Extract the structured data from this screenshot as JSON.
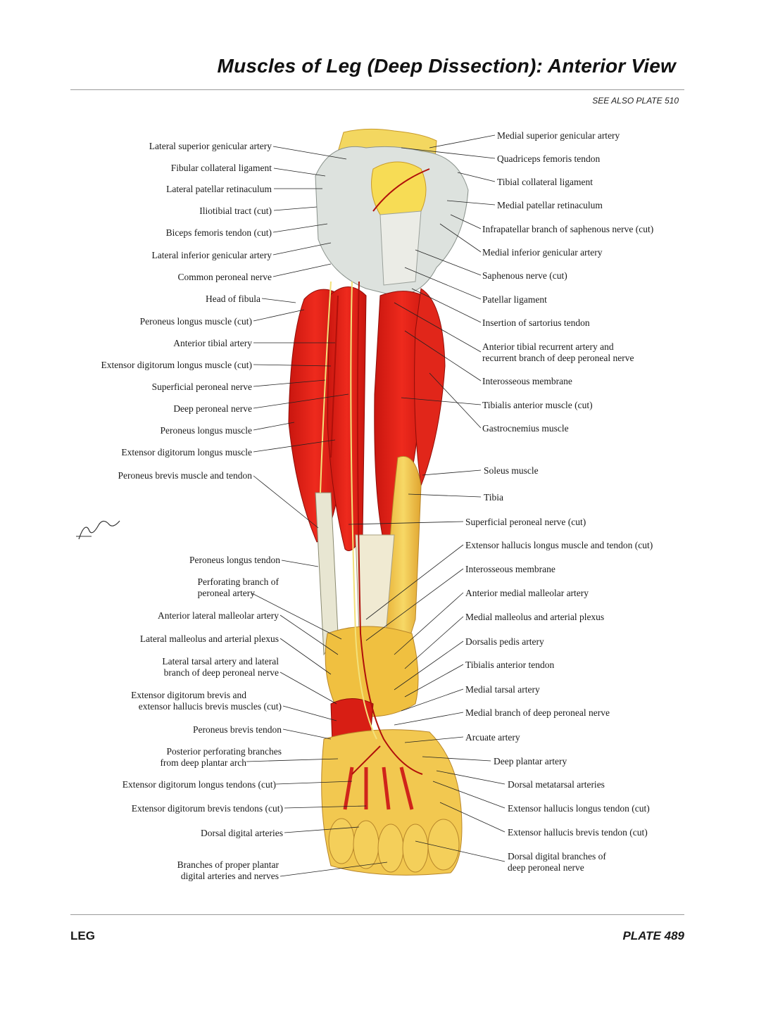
{
  "header": {
    "title": "Muscles of Leg (Deep Dissection): Anterior View",
    "see_also": "SEE ALSO PLATE 510"
  },
  "footer": {
    "section": "LEG",
    "plate": "PLATE 489"
  },
  "labels_left": [
    {
      "text": "Lateral superior genicular artery"
    },
    {
      "text": "Fibular collateral ligament"
    },
    {
      "text": "Lateral patellar retinaculum"
    },
    {
      "text": "Iliotibial tract (cut)"
    },
    {
      "text": "Biceps femoris tendon (cut)"
    },
    {
      "text": "Lateral inferior genicular artery"
    },
    {
      "text": "Common peroneal nerve"
    },
    {
      "text": "Head of fibula"
    },
    {
      "text": "Peroneus longus muscle (cut)"
    },
    {
      "text": "Anterior tibial artery"
    },
    {
      "text": "Extensor digitorum longus muscle (cut)"
    },
    {
      "text": "Superficial peroneal nerve"
    },
    {
      "text": "Deep peroneal nerve"
    },
    {
      "text": "Peroneus longus muscle"
    },
    {
      "text": "Extensor digitorum longus muscle"
    },
    {
      "text": "Peroneus brevis muscle and tendon"
    },
    {
      "text": "Peroneus longus tendon"
    },
    {
      "line1": "Perforating branch of",
      "line2": "peroneal artery"
    },
    {
      "text": "Anterior lateral malleolar artery"
    },
    {
      "text": "Lateral malleolus and arterial plexus"
    },
    {
      "line1": "Lateral tarsal artery and lateral",
      "line2": "branch of deep peroneal nerve"
    },
    {
      "line1": "Extensor digitorum brevis and",
      "line2": "extensor hallucis brevis muscles (cut)"
    },
    {
      "text": "Peroneus brevis tendon"
    },
    {
      "line1": "Posterior perforating branches",
      "line2": "from deep plantar arch"
    },
    {
      "text": "Extensor digitorum longus tendons (cut)"
    },
    {
      "text": "Extensor digitorum brevis tendons (cut)"
    },
    {
      "text": "Dorsal digital arteries"
    },
    {
      "line1": "Branches of proper plantar",
      "line2": "digital arteries and nerves"
    }
  ],
  "labels_right": [
    {
      "text": "Medial superior genicular artery"
    },
    {
      "text": "Quadriceps femoris tendon"
    },
    {
      "text": "Tibial collateral ligament"
    },
    {
      "text": "Medial patellar retinaculum"
    },
    {
      "text": "Infrapatellar branch of saphenous nerve (cut)"
    },
    {
      "text": "Medial inferior genicular artery"
    },
    {
      "text": "Saphenous nerve (cut)"
    },
    {
      "text": "Patellar ligament"
    },
    {
      "text": "Insertion of sartorius tendon"
    },
    {
      "line1": "Anterior tibial recurrent artery and",
      "line2": "recurrent branch of deep peroneal nerve"
    },
    {
      "text": "Interosseous membrane"
    },
    {
      "text": "Tibialis anterior muscle (cut)"
    },
    {
      "text": "Gastrocnemius muscle"
    },
    {
      "text": "Soleus muscle"
    },
    {
      "text": "Tibia"
    },
    {
      "text": "Superficial peroneal nerve (cut)"
    },
    {
      "text": "Extensor hallucis longus muscle and tendon (cut)"
    },
    {
      "text": "Interosseous membrane"
    },
    {
      "text": "Anterior medial malleolar artery"
    },
    {
      "text": "Medial malleolus and arterial plexus"
    },
    {
      "text": "Dorsalis pedis artery"
    },
    {
      "text": "Tibialis anterior tendon"
    },
    {
      "text": "Medial tarsal artery"
    },
    {
      "text": "Medial branch of deep peroneal nerve"
    },
    {
      "text": "Arcuate artery"
    },
    {
      "text": "Deep plantar artery"
    },
    {
      "text": "Dorsal metatarsal arteries"
    },
    {
      "text": "Extensor hallucis longus tendon (cut)"
    },
    {
      "text": "Extensor hallucis brevis tendon (cut)"
    },
    {
      "line1": "Dorsal digital branches of",
      "line2": "deep peroneal nerve"
    }
  ],
  "colors": {
    "muscle": "#e8201a",
    "muscle_dark": "#b8120c",
    "bone": "#f2c84a",
    "ligament": "#dfe3df",
    "artery": "#c40f0a",
    "nerve": "#f5e27a"
  }
}
